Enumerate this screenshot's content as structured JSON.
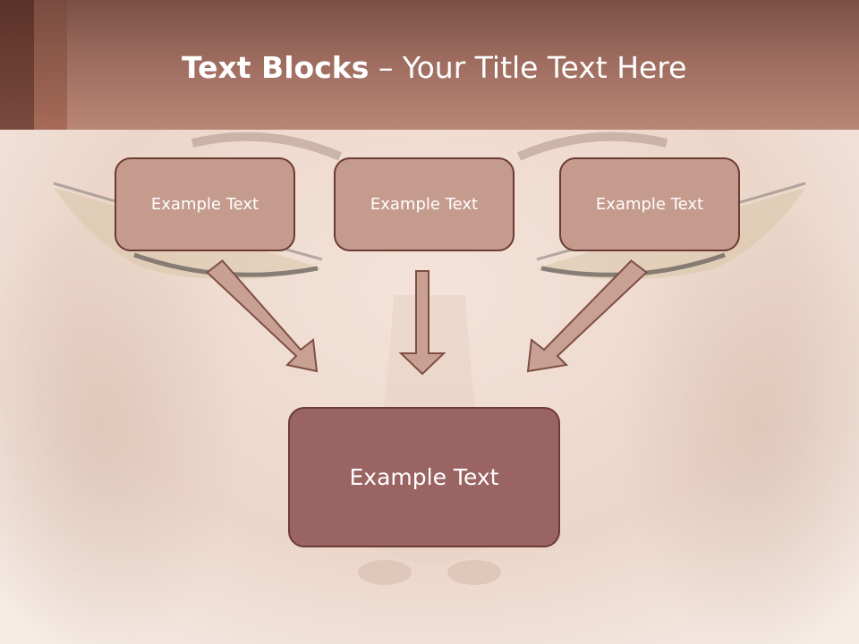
{
  "slide": {
    "title_bold": "Text Blocks",
    "title_dash": " – ",
    "title_rest": "Your Title Text Here"
  },
  "diagram": {
    "top_boxes": [
      "Example Text",
      "Example Text",
      "Example Text"
    ],
    "bottom_box": "Example Text"
  },
  "colors": {
    "header": "#a06e61",
    "box_fill": "#c49b8c",
    "box_border": "#6b3b34",
    "bottom_box_fill": "#9a6462",
    "arrow_fill": "#c9a194"
  },
  "background": {
    "description_icon": "face-photo-background"
  }
}
